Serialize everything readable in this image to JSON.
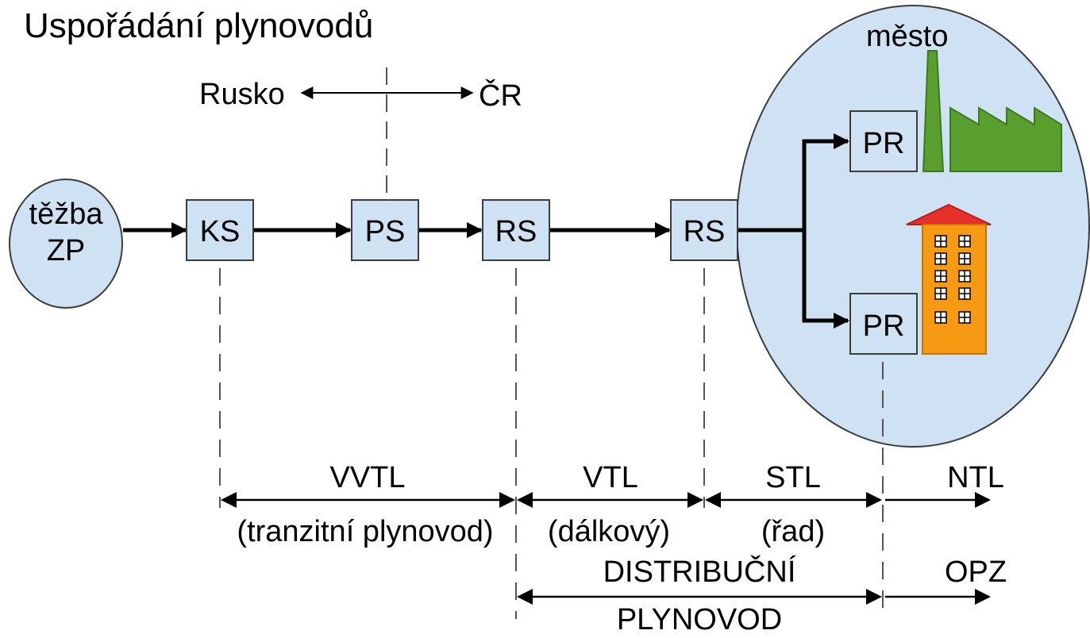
{
  "title": "Uspořádání plynovodů",
  "border": {
    "left": "Rusko",
    "right": "ČR"
  },
  "source": {
    "line1": "těžba",
    "line2": "ZP"
  },
  "stations": [
    {
      "id": "ks",
      "label": "KS"
    },
    {
      "id": "ps",
      "label": "PS"
    },
    {
      "id": "rs1",
      "label": "RS"
    },
    {
      "id": "rs2",
      "label": "RS"
    }
  ],
  "city": {
    "label": "město",
    "regulators": [
      {
        "label": "PR"
      },
      {
        "label": "PR"
      }
    ]
  },
  "ranges": [
    {
      "top": "VVTL",
      "bottom": "(tranzitní plynovod)"
    },
    {
      "top": "VTL",
      "bottom": "(dálkový)"
    },
    {
      "top": "STL",
      "bottom": "(řad)"
    },
    {
      "top": "NTL",
      "bottom": ""
    }
  ],
  "distribution": {
    "line1": "DISTRIBUČNÍ",
    "line2": "PLYNOVOD",
    "opz": "OPZ"
  },
  "colors": {
    "fill": "#cfe2f3",
    "stroke": "#3c3c3c",
    "chimney": "#5a9e2f",
    "building": "#f79a13",
    "roof": "#e8302a"
  },
  "icons": {
    "factory": "factory-icon",
    "building": "apartment-building-icon"
  }
}
